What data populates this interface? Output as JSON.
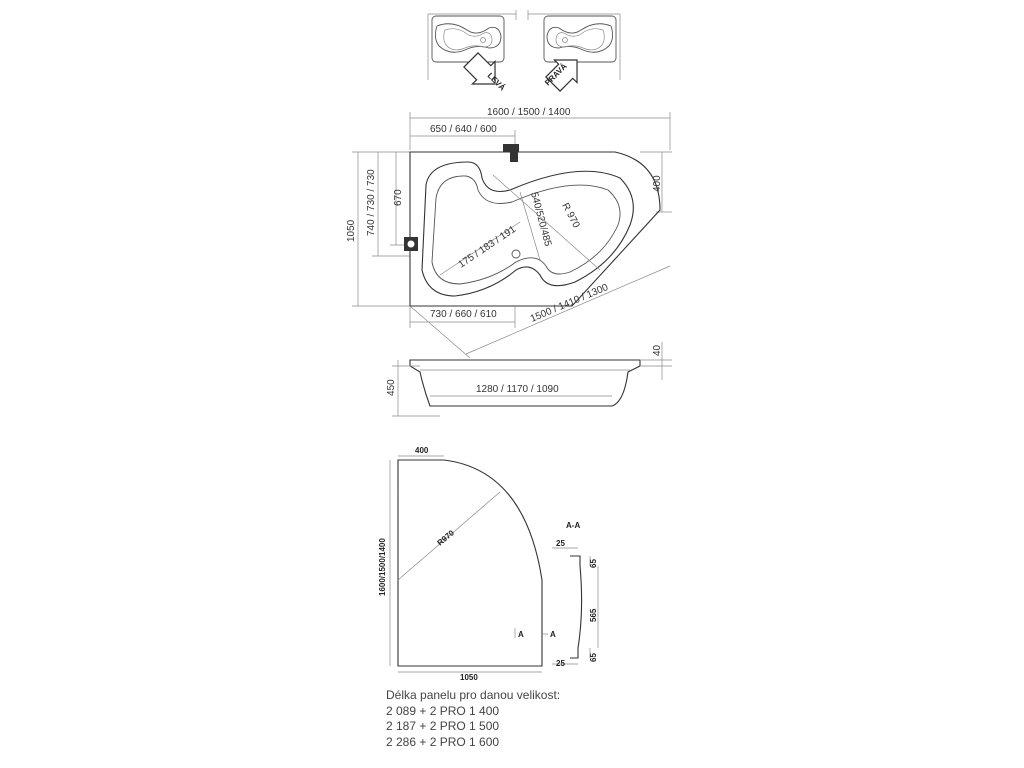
{
  "arrows": {
    "left": "LEVÁ",
    "right": "PRAVÁ"
  },
  "top_view": {
    "width_total": "1600 / 1500 / 1400",
    "width_part": "650 / 640 / 600",
    "height_total": "1050",
    "height_left": "740 / 730 / 730",
    "height_inner": "670",
    "right_side": "400",
    "radius": "R 970",
    "diag_depth": "540/520/485",
    "inner_width": "175 / 183 / 191",
    "bottom_part": "730 / 660 / 610",
    "diag_length": "1500 / 1410 / 1300"
  },
  "side_view": {
    "rim": "40",
    "height": "450",
    "inner_length": "1280 / 1170 / 1090"
  },
  "panel": {
    "top": "400",
    "radius": "R970",
    "height": "1600/1500/1400",
    "bottom": "1050",
    "section_mark": "A",
    "section_title": "A-A",
    "sec_top": "25",
    "sec_top_h": "65",
    "sec_mid": "565",
    "sec_bot": "25",
    "sec_bot_h": "65"
  },
  "notes": {
    "title": "Délka panelu pro danou velikost:",
    "line1": "2 089 + 2 PRO 1 400",
    "line2": "2 187 + 2 PRO 1 500",
    "line3": "2 286 + 2 PRO 1 600"
  }
}
